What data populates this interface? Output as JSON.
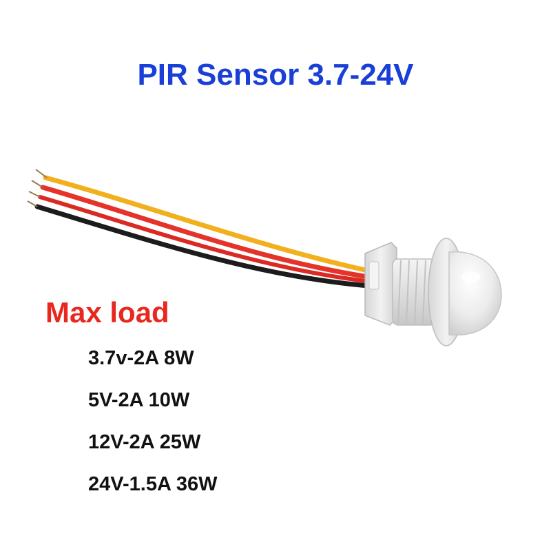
{
  "title": "PIR Sensor 3.7-24V",
  "max_load": {
    "heading": "Max load",
    "specs": [
      "3.7v-2A 8W",
      "5V-2A 10W",
      "12V-2A 25W",
      "24V-1.5A 36W"
    ]
  },
  "colors": {
    "title": "#1a3fd6",
    "heading": "#e8281e",
    "spec_text": "#111111",
    "wire_yellow": "#f2b01e",
    "wire_red": "#e5332a",
    "wire_black": "#1c1c1c",
    "housing": "#e9e9e9"
  }
}
